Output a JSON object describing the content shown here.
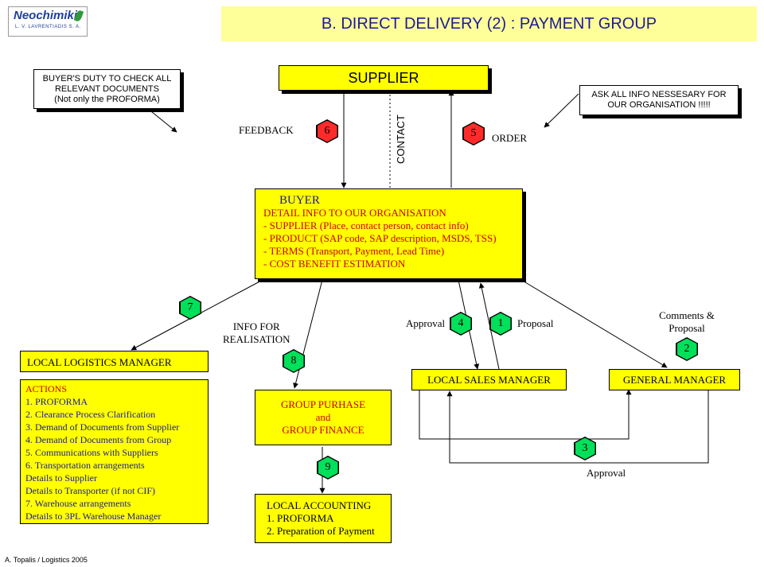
{
  "header": {
    "title": "B. DIRECT DELIVERY (2) : PAYMENT GROUP",
    "logo_text": "Neochimiki",
    "logo_subtext": "L. V. LAVRENTIADIS S. A."
  },
  "notes": {
    "buyer_duty": [
      "BUYER'S DUTY TO CHECK ALL",
      "RELEVANT DOCUMENTS",
      "(Not only the PROFORMA)"
    ],
    "ask_info": [
      "ASK ALL INFO NESSESARY FOR",
      "OUR ORGANISATION !!!!!"
    ]
  },
  "supplier": {
    "label": "SUPPLIER"
  },
  "flow_labels": {
    "feedback": "FEEDBACK",
    "contact": "CONTACT",
    "order": "ORDER",
    "info_for_realisation": [
      "INFO FOR",
      "REALISATION"
    ],
    "approval_top": "Approval",
    "proposal": "Proposal",
    "comments_proposal": [
      "Comments &",
      "Proposal"
    ],
    "approval_bottom": "Approval"
  },
  "steps": {
    "s1": "1",
    "s2": "2",
    "s3": "3",
    "s4": "4",
    "s5": "5",
    "s6": "6",
    "s7": "7",
    "s8": "8",
    "s9": "9"
  },
  "buyer": {
    "title": "BUYER",
    "lines": [
      "DETAIL INFO TO  OUR ORGANISATION",
      "- SUPPLIER (Place, contact person, contact info)",
      "- PRODUCT (SAP code, SAP description, MSDS, TSS)",
      "- TERMS (Transport, Payment, Lead Time)",
      "- COST BENEFIT ESTIMATION"
    ]
  },
  "logistics": {
    "title": "LOCAL LOGISTICS MANAGER",
    "actions_label": "ACTIONS",
    "items": [
      "1. PROFORMA",
      "2. Clearance Process Clarification",
      "3. Demand of Documents from Supplier",
      "4. Demand of Documents from Group",
      "5. Communications with Suppliers",
      "6. Transportation arrangements",
      "Details to Supplier",
      "Details to Transporter (if not CIF)",
      "7. Warehouse arrangements",
      "Details to 3PL Warehouse Manager"
    ]
  },
  "group": {
    "lines": [
      "GROUP PURHASE",
      "and",
      "GROUP FINANCE"
    ]
  },
  "accounting": {
    "lines": [
      "LOCAL ACCOUNTING",
      "1. PROFORMA",
      "2. Preparation of Payment"
    ]
  },
  "sales_manager": {
    "label": "LOCAL SALES MANAGER"
  },
  "general_manager": {
    "label": "GENERAL MANAGER"
  },
  "footer": {
    "credit": "A. Topalis / Logistics 2005"
  },
  "colors": {
    "yellow": "#ffff00",
    "title_bg": "#ffff99",
    "title_text": "#1a1a99",
    "red_hex": "#ff2a2a",
    "green_hex": "#00e05a",
    "buyer_text": "#cc0000"
  }
}
